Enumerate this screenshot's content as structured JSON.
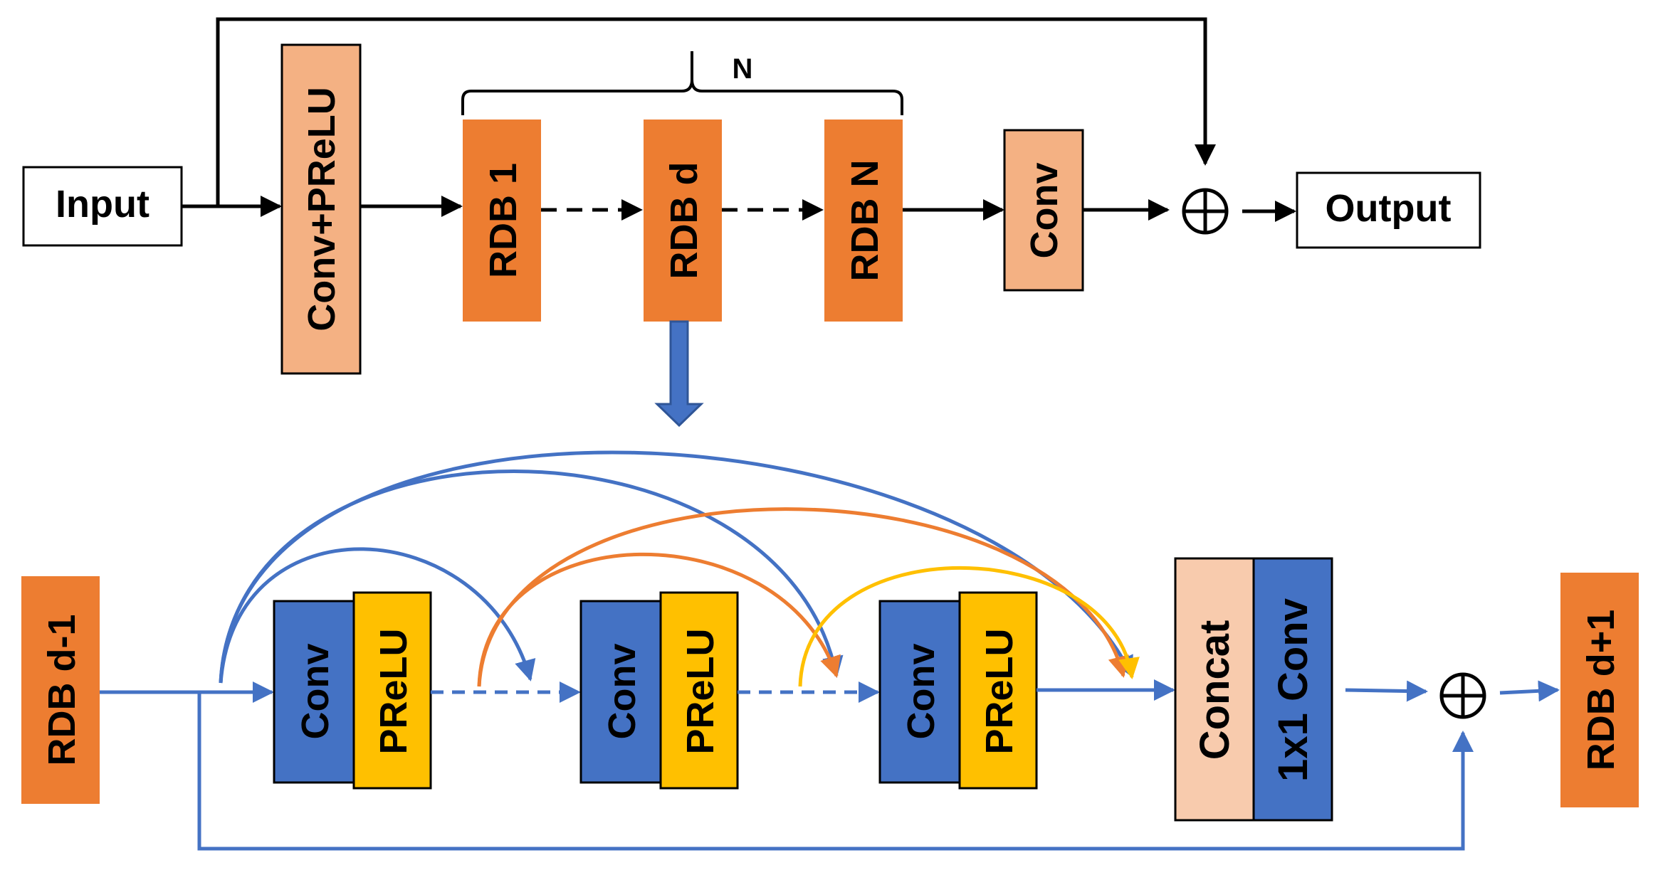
{
  "top": {
    "input": "Input",
    "conv_prelu": "Conv+PReLU",
    "rdb1": "RDB 1",
    "rdbd": "RDB d",
    "rdbn": "RDB N",
    "conv": "Conv",
    "output": "Output",
    "brace_label": "N",
    "sum_symbol": "⊕"
  },
  "bottom": {
    "rdb_prev": "RDB d-1",
    "rdb_next": "RDB d+1",
    "units": [
      {
        "conv": "Conv",
        "prelu": "PReLU"
      },
      {
        "conv": "Conv",
        "prelu": "PReLU"
      },
      {
        "conv": "Conv",
        "prelu": "PReLU"
      }
    ],
    "concat": "Concat",
    "conv1x1": "1x1 Conv",
    "sum_symbol": "⊕"
  },
  "colors": {
    "orange": "#ED7D31",
    "light_orange": "#F4B183",
    "blue": "#4472C4",
    "yellow": "#FFC000",
    "peach": "#F8CBAD",
    "black": "#000000"
  }
}
